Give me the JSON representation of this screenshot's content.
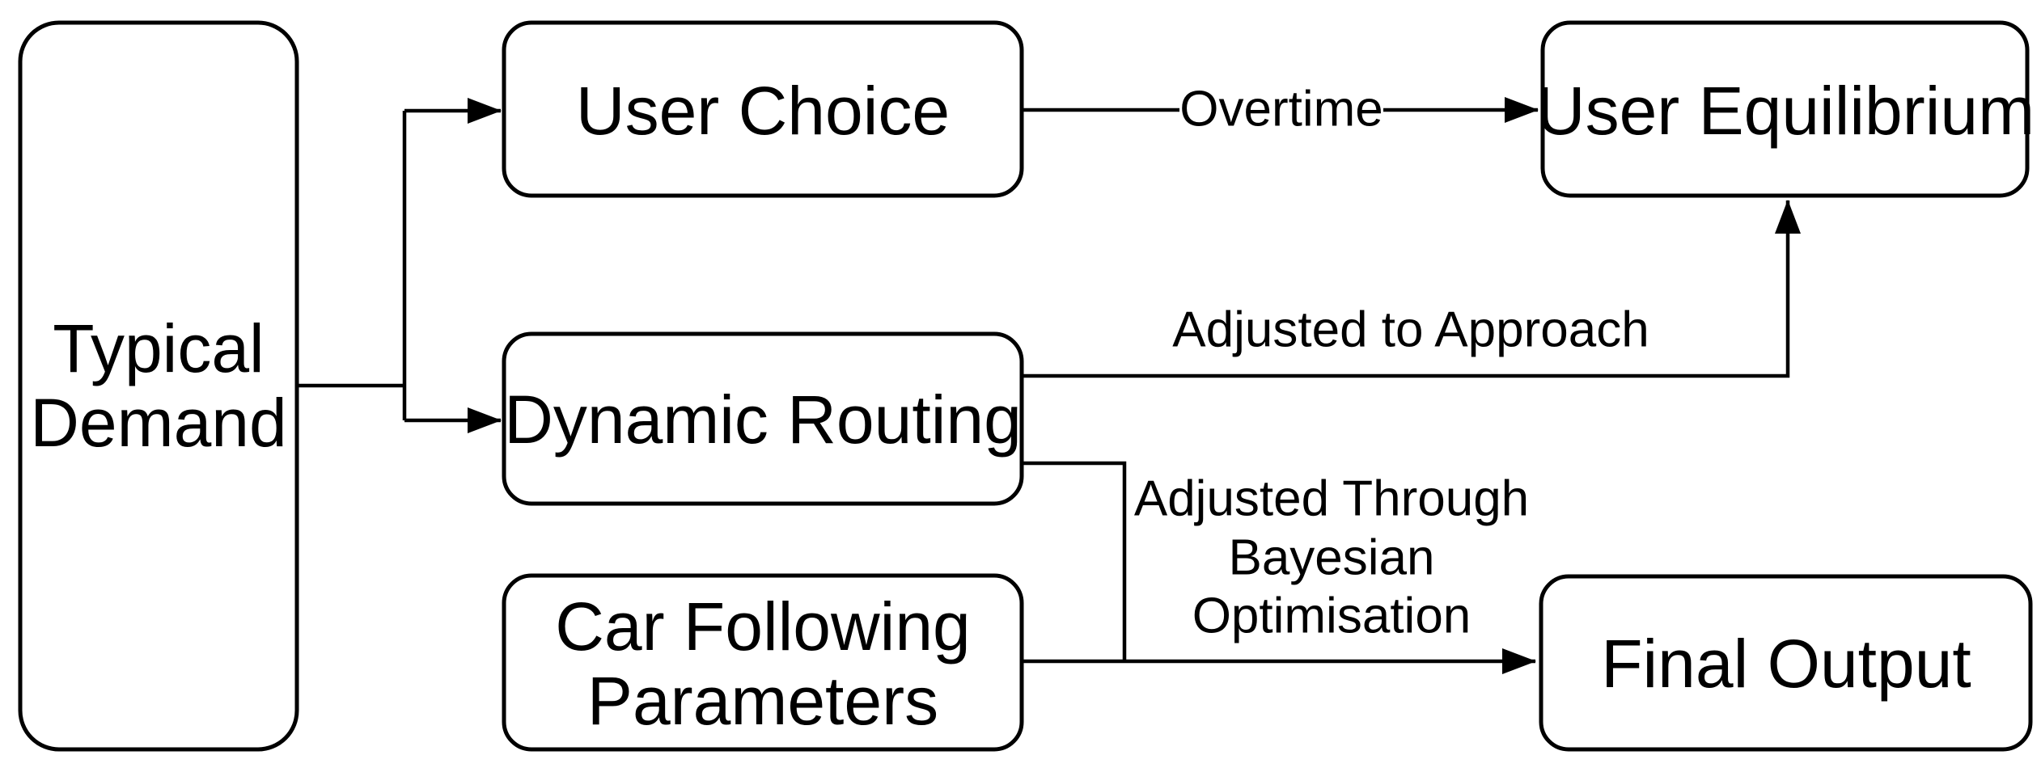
{
  "canvas": {
    "background": "#ffffff",
    "stroke": "#000000"
  },
  "nodes": {
    "typical_demand": {
      "lines": [
        "Typical",
        "Demand"
      ]
    },
    "user_choice": {
      "label": "User Choice"
    },
    "dynamic_routing": {
      "label": "Dynamic Routing"
    },
    "car_following_parameters": {
      "lines": [
        "Car Following",
        "Parameters"
      ]
    },
    "user_equilibrium": {
      "label": "User Equilibrium"
    },
    "final_output": {
      "label": "Final Output"
    }
  },
  "edges": {
    "overtime": {
      "label": "Overtime"
    },
    "adjusted_to_approach": {
      "label": "Adjusted to Approach"
    },
    "bayesian_optimisation": {
      "lines": [
        "Adjusted Through",
        "Bayesian",
        "Optimisation"
      ]
    }
  }
}
